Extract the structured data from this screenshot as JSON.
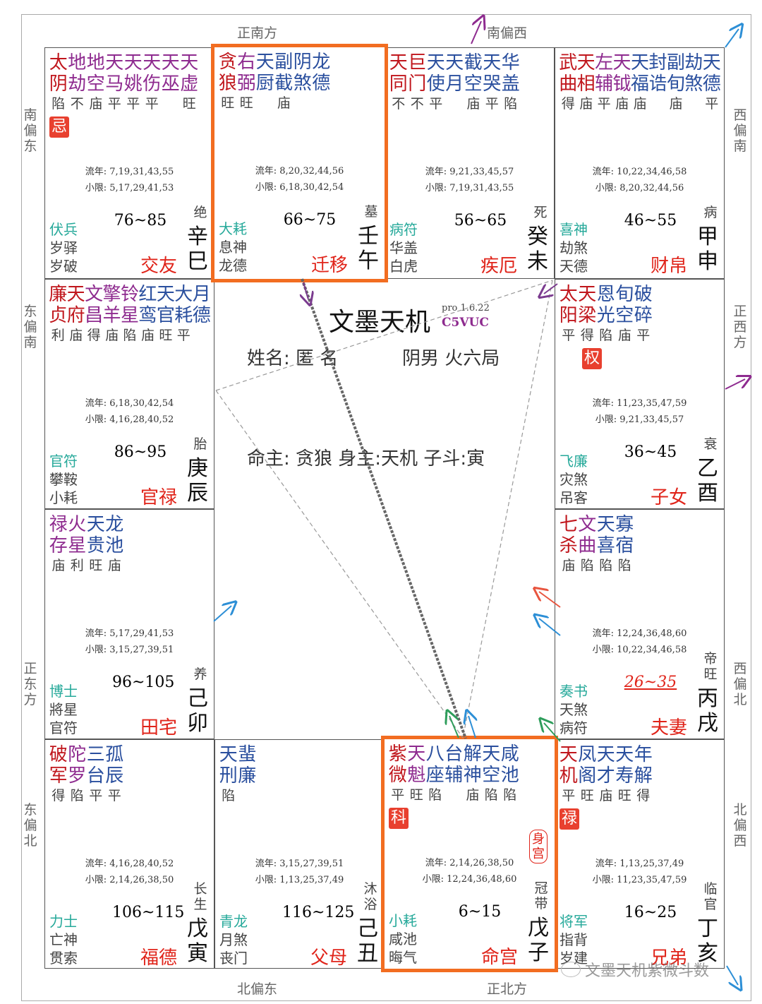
{
  "center": {
    "title": "文墨天机",
    "version": "pro 1.6.22",
    "code": "C5VUC",
    "name_label": "姓名: 匿 名",
    "gender_bureau": "阴男 火六局",
    "masters": "命主: 贪狼 身主:天机  子斗:寅"
  },
  "directions": {
    "top_1": "正南方",
    "top_2": "南偏西",
    "bottom_1": "北偏东",
    "bottom_2": "正北方",
    "left_1": "南偏东",
    "left_2": "东偏南",
    "left_3": "正东方",
    "left_4": "东偏北",
    "right_1": "西偏南",
    "right_2": "正西方",
    "right_3": "西偏北",
    "right_4": "北偏西"
  },
  "watermark": "文墨天机紫微斗数",
  "palaces": [
    {
      "id": "si",
      "stars_line1": "太地地天天天天天",
      "stars_line2": "阴劫空马姚伤巫虚",
      "brightness": "陷不庙平平平　旺",
      "badge": "忌",
      "liunian": "流年: 7,19,31,43,55",
      "xiaoxian": "小限: 5,17,29,41,53",
      "god1": "伏兵",
      "god2": "岁驿",
      "god3": "岁破",
      "range": "76~85",
      "state": "绝",
      "palace": "交友",
      "gan": "辛",
      "zhi": "巳"
    },
    {
      "id": "wu",
      "stars_line1": "贪右天副阴龙",
      "stars_line2": "狼弼厨截煞德",
      "brightness": "旺旺　庙　　",
      "liunian": "流年: 8,20,32,44,56",
      "xiaoxian": "小限: 6,18,30,42,54",
      "god1": "大耗",
      "god2": "息神",
      "god3": "龙德",
      "range": "66~75",
      "state": "墓",
      "palace": "迁移",
      "gan": "壬",
      "zhi": "午"
    },
    {
      "id": "wei",
      "stars_line1": "天巨天天截天华",
      "stars_line2": "同门使月空哭盖",
      "brightness": "不不平　庙平陷",
      "liunian": "流年: 9,21,33,45,57",
      "xiaoxian": "小限: 7,19,31,43,55",
      "god1": "病符",
      "god2": "华盖",
      "god3": "白虎",
      "range": "56~65",
      "state": "死",
      "palace": "疾厄",
      "gan": "癸",
      "zhi": "未"
    },
    {
      "id": "shen",
      "stars_line1": "武天左天天封副劫天",
      "stars_line2": "曲相辅钺福诰旬煞德",
      "brightness": "得庙平庙庙　庙　平",
      "liunian": "流年: 10,22,34,46,58",
      "xiaoxian": "小限: 8,20,32,44,56",
      "god1": "喜神",
      "god2": "劫煞",
      "god3": "天德",
      "range": "46~55",
      "state": "病",
      "palace": "财帛",
      "gan": "甲",
      "zhi": "申"
    },
    {
      "id": "chen",
      "stars_line1": "廉天文擎铃红天大月",
      "stars_line2": "贞府昌羊星鸾官耗德",
      "brightness": "利庙得庙陷庙旺平",
      "liunian": "流年: 6,18,30,42,54",
      "xiaoxian": "小限: 4,16,28,40,52",
      "god1": "官符",
      "god2": "攀鞍",
      "god3": "小耗",
      "range": "86~95",
      "state": "胎",
      "palace": "官禄",
      "gan": "庚",
      "zhi": "辰"
    },
    {
      "id": "you",
      "stars_line1": "太天恩旬破",
      "stars_line2": "阳梁光空碎",
      "brightness": "平得陷庙平",
      "badge": "权",
      "liunian": "流年: 11,23,35,47,59",
      "xiaoxian": "小限: 9,21,33,45,57",
      "god1": "飞廉",
      "god2": "灾煞",
      "god3": "吊客",
      "range": "36~45",
      "state": "衰",
      "palace": "子女",
      "gan": "乙",
      "zhi": "酉"
    },
    {
      "id": "mao",
      "stars_line1": "禄火天龙",
      "stars_line2": "存星贵池",
      "brightness": "庙利旺庙",
      "liunian": "流年: 5,17,29,41,53",
      "xiaoxian": "小限: 3,15,27,39,51",
      "god1": "博士",
      "god2": "將星",
      "god3": "官符",
      "range": "96~105",
      "state": "养",
      "palace": "田宅",
      "gan": "己",
      "zhi": "卯"
    },
    {
      "id": "xu",
      "stars_line1": "七文天寡",
      "stars_line2": "杀曲喜宿",
      "brightness": "庙陷陷陷",
      "liunian": "流年: 12,24,36,48,60",
      "xiaoxian": "小限: 10,22,34,46,58",
      "god1": "奏书",
      "god2": "天煞",
      "god3": "病符",
      "range": "26~35",
      "state": "帝旺",
      "palace": "夫妻",
      "gan": "丙",
      "zhi": "戌"
    },
    {
      "id": "yin",
      "stars_line1": "破陀三孤",
      "stars_line2": "军罗台辰",
      "brightness": "得陷平平",
      "liunian": "流年: 4,16,28,40,52",
      "xiaoxian": "小限: 2,14,26,38,50",
      "god1": "力士",
      "god2": "亡神",
      "god3": "贯索",
      "range": "106~115",
      "state": "长生",
      "palace": "福德",
      "gan": "戊",
      "zhi": "寅"
    },
    {
      "id": "chou",
      "stars_line1": "天蜚",
      "stars_line2": "刑廉",
      "brightness": "陷　",
      "liunian": "流年: 3,15,27,39,51",
      "xiaoxian": "小限: 1,13,25,37,49",
      "god1": "青龙",
      "god2": "月煞",
      "god3": "丧门",
      "range": "116~125",
      "state": "沐浴",
      "palace": "父母",
      "gan": "己",
      "zhi": "丑"
    },
    {
      "id": "zi",
      "stars_line1": "紫天八台解天咸",
      "stars_line2": "微魁座辅神空池",
      "brightness": "平旺陷　庙陷陷",
      "badge": "科",
      "shengong": "身宫",
      "liunian": "流年: 2,14,26,38,50",
      "xiaoxian": "小限: 12,24,36,48,60",
      "god1": "小耗",
      "god2": "咸池",
      "god3": "晦气",
      "range": "6~15",
      "state": "冠带",
      "palace": "命宫",
      "gan": "戊",
      "zhi": "子"
    },
    {
      "id": "hai",
      "stars_line1": "天凤天天年",
      "stars_line2": "机阁才寿解",
      "brightness": "平旺庙旺得",
      "badge": "禄",
      "liunian": "流年: 1,13,25,37,49",
      "xiaoxian": "小限: 11,23,35,47,59",
      "god1": "将军",
      "god2": "指背",
      "god3": "岁建",
      "range": "16~25",
      "state": "临官",
      "palace": "兄弟",
      "gan": "丁",
      "zhi": "亥"
    }
  ]
}
